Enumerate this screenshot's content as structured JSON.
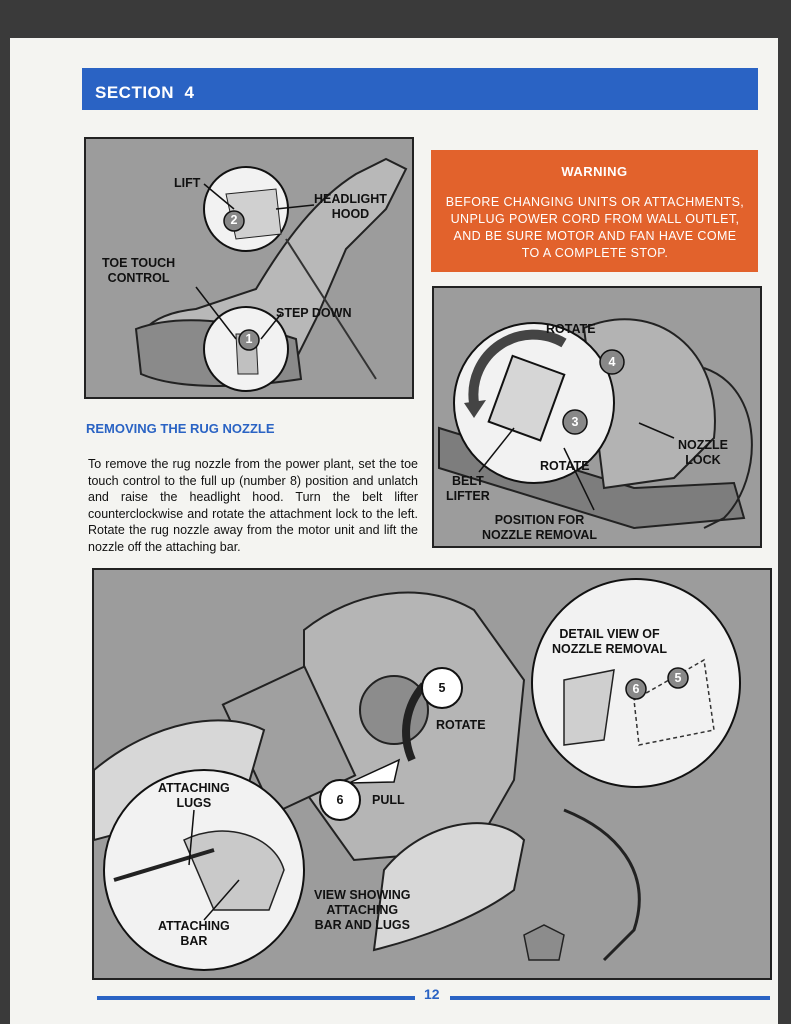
{
  "section": {
    "title": "SECTION  4"
  },
  "figure1": {
    "lift": "LIFT",
    "headlight_hood": "HEADLIGHT\nHOOD",
    "toe_touch": "TOE TOUCH\nCONTROL",
    "step_down": "STEP DOWN",
    "step1": "1",
    "step2": "2"
  },
  "warning": {
    "title": "WARNING",
    "text": "BEFORE CHANGING UNITS OR ATTACHMENTS, UNPLUG POWER CORD FROM WALL OUTLET, AND BE SURE MOTOR AND FAN HAVE COME TO A COMPLETE STOP."
  },
  "figure2": {
    "rotate_top": "ROTATE",
    "rotate_bottom": "ROTATE",
    "nozzle_lock": "NOZZLE\nLOCK",
    "belt_lifter": "BELT\nLIFTER",
    "position": "POSITION FOR\nNOZZLE REMOVAL",
    "step3": "3",
    "step4": "4"
  },
  "instructions": {
    "heading": "REMOVING THE RUG NOZZLE",
    "body": "To remove the rug nozzle from the power plant, set the toe touch control to the full up (number 8) position and unlatch and raise the headlight hood. Turn the belt lifter counterclockwise and rotate the attachment lock to the left. Rotate the rug nozzle away from the motor unit and lift the nozzle off the attaching bar."
  },
  "figure3": {
    "detail_view": "DETAIL VIEW OF\nNOZZLE REMOVAL",
    "rotate": "ROTATE",
    "pull": "PULL",
    "attaching_lugs": "ATTACHING\nLUGS",
    "attaching_bar": "ATTACHING\nBAR",
    "view_showing": "VIEW SHOWING\nATTACHING\nBAR AND LUGS",
    "step5": "5",
    "step6": "6",
    "detail5": "5",
    "detail6": "6"
  },
  "footer": {
    "page_number": "12"
  }
}
